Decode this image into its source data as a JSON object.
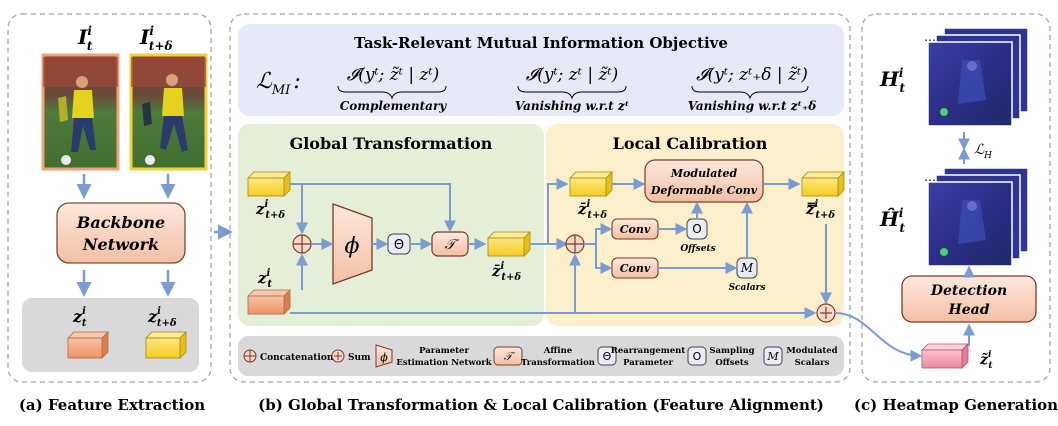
{
  "panels": {
    "a_caption": "(a) Feature Extraction",
    "b_caption": "(b) Global Transformation & Local Calibration (Feature Alignment)",
    "c_caption": "(c) Heatmap Generation"
  },
  "feature_extraction": {
    "frame_t_label": "I",
    "frame_t_sup": "i",
    "frame_t_sub": "t",
    "frame_td_label": "I",
    "frame_td_sup": "i",
    "frame_td_sub": "t+δ",
    "backbone_line1": "Backbone",
    "backbone_line2": "Network",
    "feat_t_label": "z",
    "feat_t_sup": "i",
    "feat_t_sub": "t",
    "feat_td_label": "z",
    "feat_td_sup": "i",
    "feat_td_sub": "t+δ"
  },
  "objective": {
    "title": "Task-Relevant Mutual Information Objective",
    "lhs": "ℒ",
    "lhs_sub": "MI",
    "lhs_colon": ":",
    "term1": "𝓘(yᵗ; z̃ᵗ | zᵗ)",
    "term1_caption": "Complementary",
    "term2": "𝓘(yᵗ; zᵗ | z̃ᵗ)",
    "term2_caption": "Vanishing w.r.t zᵗ",
    "term3": "𝓘(yᵗ; zᵗ₊δ | z̃ᵗ)",
    "term3_caption": "Vanishing w.r.t zᵗ₊δ"
  },
  "global": {
    "title": "Global Transformation",
    "phi": "ϕ",
    "theta": "Θ",
    "affine": "𝒯",
    "in_td": "z",
    "in_td_sub": "t+δ",
    "in_t": "z",
    "in_t_sub": "t",
    "out_label": "z̄",
    "out_sub": "t+δ",
    "sup": "i"
  },
  "local": {
    "title": "Local Calibration",
    "mdc_line1": "Modulated",
    "mdc_line2": "Deformable Conv",
    "conv1": "Conv",
    "conv2": "Conv",
    "offsets_symbol": "O",
    "offsets_caption": "Offsets",
    "scalars_symbol": "M",
    "scalars_caption": "Scalars",
    "in_label": "z̄",
    "in_sub": "t+δ",
    "out_label": "z̿",
    "out_sub": "t+δ",
    "sup": "i"
  },
  "legend": {
    "concat": "Concatenation",
    "sum": "Sum",
    "param_line1": "Parameter",
    "param_line2": "Estimation Network",
    "affine_line1": "Affine",
    "affine_line2": "Transformation",
    "rearr_line1": "Rearrangement",
    "rearr_line2": "Parameter",
    "sampling_line1": "Sampling",
    "sampling_line2": "Offsets",
    "modulated_line1": "Modulated",
    "modulated_line2": "Scalars"
  },
  "heatmap": {
    "H_label": "H",
    "H_sup": "i",
    "H_sub": "t",
    "Hhat_label": "Ĥ",
    "Hhat_sup": "i",
    "Hhat_sub": "t",
    "loss": "ℒ",
    "loss_sub": "H",
    "dots": "⋯",
    "head_line1": "Detection",
    "head_line2": "Head",
    "ztilde_label": "z̃",
    "ztilde_sup": "i",
    "ztilde_sub": "t"
  },
  "colors": {
    "arrow": "#7b9cd3",
    "feature_orange": "#f2a57e",
    "feature_yellow": "#f9dc4c",
    "feature_pink": "#f4a3b6",
    "panel_blue": "#e6eaf8",
    "panel_green": "#e5efd8",
    "panel_yellow": "#fbefcc",
    "legend_gray": "#d9d9d9",
    "node_fill": "#f8d8c8"
  }
}
